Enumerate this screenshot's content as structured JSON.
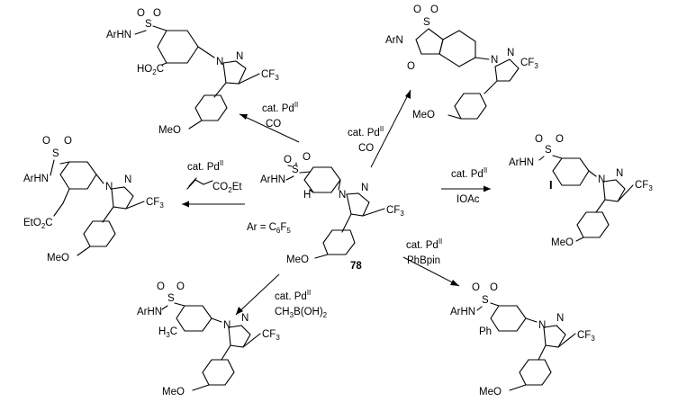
{
  "compound_number": "78",
  "ar_definition": {
    "prefix": "Ar = C",
    "sub1": "6",
    "mid": "F",
    "sub2": "5"
  },
  "atoms": {
    "S": "S",
    "O": "O",
    "N": "N",
    "H": "H",
    "I": "I",
    "ArHN": "ArHN",
    "ArN": "ArN",
    "CF3": "CF",
    "three": "3",
    "MeO": "MeO",
    "Ph": "Ph",
    "HO2C": "HO",
    "two": "2",
    "C": "C",
    "H3C": "H",
    "CH3": "CH",
    "EtO2C": "EtO",
    "CO2Et": "CO",
    "Et": "Et"
  },
  "reactions": {
    "carboxylation": {
      "line1": "cat. Pd",
      "sup": "II",
      "line2": "CO"
    },
    "cyclocarbonylation": {
      "line1": "cat. Pd",
      "sup": "II",
      "line2": "CO"
    },
    "olefination": {
      "line1": "cat. Pd",
      "sup": "II",
      "reagent_tail": "Et"
    },
    "iodination": {
      "line1": "cat. Pd",
      "sup": "II",
      "line2": "IOAc"
    },
    "methylation": {
      "line1": "cat. Pd",
      "sup": "II",
      "reagent_a": "CH",
      "sub": "3",
      "reagent_b": "B(OH)",
      "sub2": "2"
    },
    "arylation": {
      "line1": "cat. Pd",
      "sup": "II",
      "line2": "PhBpin"
    }
  }
}
